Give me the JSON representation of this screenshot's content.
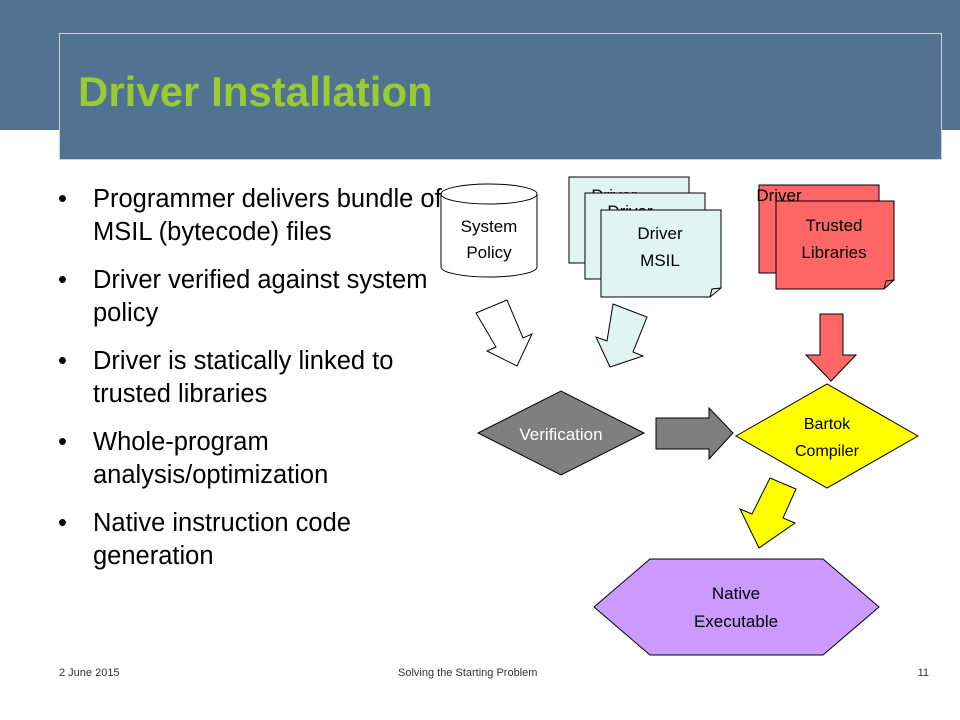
{
  "slide": {
    "title": "Driver Installation",
    "bullets": [
      "Programmer delivers bundle of MSIL (bytecode) files",
      "Driver verified against system policy",
      "Driver is statically linked to trusted libraries",
      "Whole-program analysis/optimization",
      "Native instruction code generation"
    ]
  },
  "diagram": {
    "system_policy": [
      "System",
      "Policy"
    ],
    "driver_msil": [
      "Driver",
      "MSIL"
    ],
    "trusted_libraries": [
      "Trusted",
      "Libraries"
    ],
    "verification": "Verification",
    "bartok_compiler": [
      "Bartok",
      "Compiler"
    ],
    "native_executable": [
      "Native",
      "Executable"
    ]
  },
  "footer": {
    "date": "2 June 2015",
    "title": "Solving the Starting Problem",
    "page": "11"
  },
  "colors": {
    "header": "#527291",
    "title": "#99cc33",
    "driver_doc": "#e0f5f2",
    "trusted_doc": "#ff6666",
    "verification": "#7f7f7f",
    "bartok": "#ffff00",
    "native": "#cc99ff"
  }
}
